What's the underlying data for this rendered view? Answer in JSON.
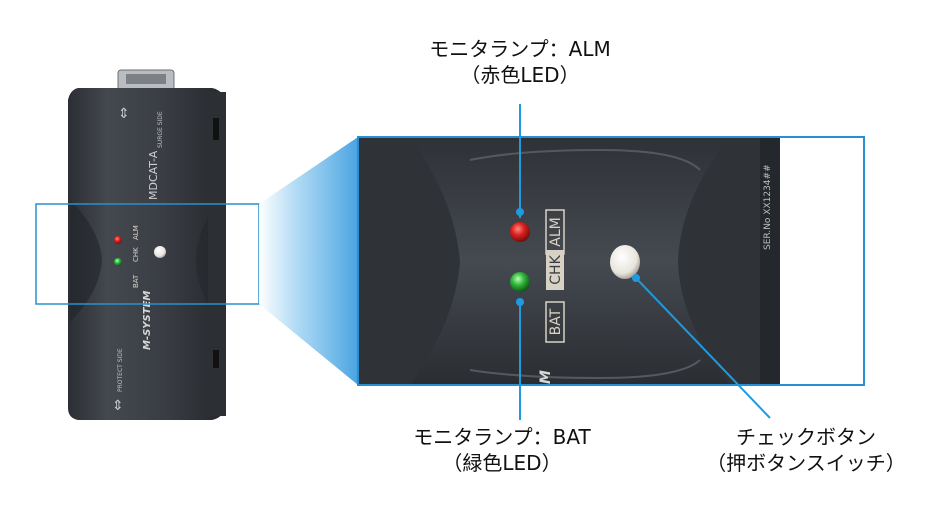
{
  "device": {
    "side_text_top": "SURGE\nSIDE",
    "model": "MDCAT-A",
    "brand": "M-SYSTEM",
    "side_text_bottom": "PROTECT\nSIDE",
    "panel_labels": {
      "alm": "ALM",
      "chk": "CHK",
      "bat": "BAT"
    }
  },
  "callouts": {
    "alm": {
      "line1": "モニタランプ：ALM",
      "line2": "（赤色LED）"
    },
    "bat": {
      "line1": "モニタランプ：BAT",
      "line2": "（緑色LED）"
    },
    "chk": {
      "line1": "チェックボタン",
      "line2": "（押ボタンスイッチ）"
    }
  },
  "colors": {
    "body": "#3b3f45",
    "highlight_box": "#2a8fd0",
    "leader": "#1e9be0",
    "led_red": "#d92020",
    "led_green": "#2fb43a",
    "panel_text": "#d8d2c4"
  }
}
